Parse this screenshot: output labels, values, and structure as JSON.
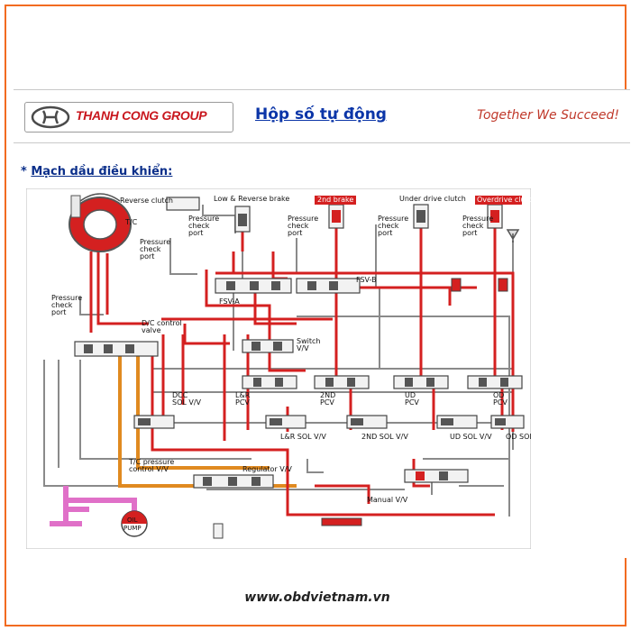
{
  "header": {
    "logo_text": "THANH CONG GROUP",
    "title": "Hộp số tự động",
    "slogan": "Together We Succeed!"
  },
  "section": {
    "bullet": "*",
    "heading": "Mạch dầu điều khiển:"
  },
  "diagram": {
    "labels": {
      "reverse_clutch": "Reverse clutch",
      "low_reverse_brake": "Low & Reverse brake",
      "second_brake": "2nd brake",
      "under_drive_clutch": "Under drive clutch",
      "overdrive_clutch": "Overdrive clutch",
      "tc": "T/C",
      "pressure_check_port_1": [
        "Pressure",
        "check",
        "port"
      ],
      "pressure_check_port_2": [
        "Pressure",
        "check",
        "port"
      ],
      "pressure_check_port_3": [
        "Pressure",
        "check",
        "port"
      ],
      "pressure_check_port_4": [
        "Pressure",
        "check",
        "port"
      ],
      "pressure_check_port_5": [
        "Pressure",
        "check",
        "port"
      ],
      "pressure_check_port_6": [
        "Pressure",
        "check",
        "port"
      ],
      "fsv_a": "FSV-A",
      "fsv_b": "FSV-B",
      "dc_control_valve": [
        "D/C control",
        "valve"
      ],
      "switch_vv": [
        "Switch",
        "V/V"
      ],
      "dcc_sol_vv": [
        "DCC",
        "SOL V/V"
      ],
      "lr_pcv": [
        "L&R",
        "PCV"
      ],
      "second_pcv": [
        "2ND",
        "PCV"
      ],
      "ud_pcv": [
        "UD",
        "PCV"
      ],
      "od_pcv": [
        "OD",
        "PCV"
      ],
      "lr_sol_vv": "L&R SOL V/V",
      "second_sol_vv": "2ND SOL V/V",
      "ud_sol_vv": "UD SOL V/V",
      "od_sol_vv": "OD SOL V/V",
      "tc_pressure_control_vv": [
        "T/C pressure",
        "control V/V"
      ],
      "regulator_vv": "Regulator V/V",
      "manual_vv": "Manual V/V",
      "oil_pump": [
        "OIL",
        "PUMP"
      ]
    },
    "colors": {
      "line_pressure": "#d42020",
      "drain": "#8a8a8a",
      "tc_circuit": "#e08a20",
      "suction": "#e070c8"
    }
  },
  "footer": {
    "url": "www.obdvietnam.vn"
  }
}
